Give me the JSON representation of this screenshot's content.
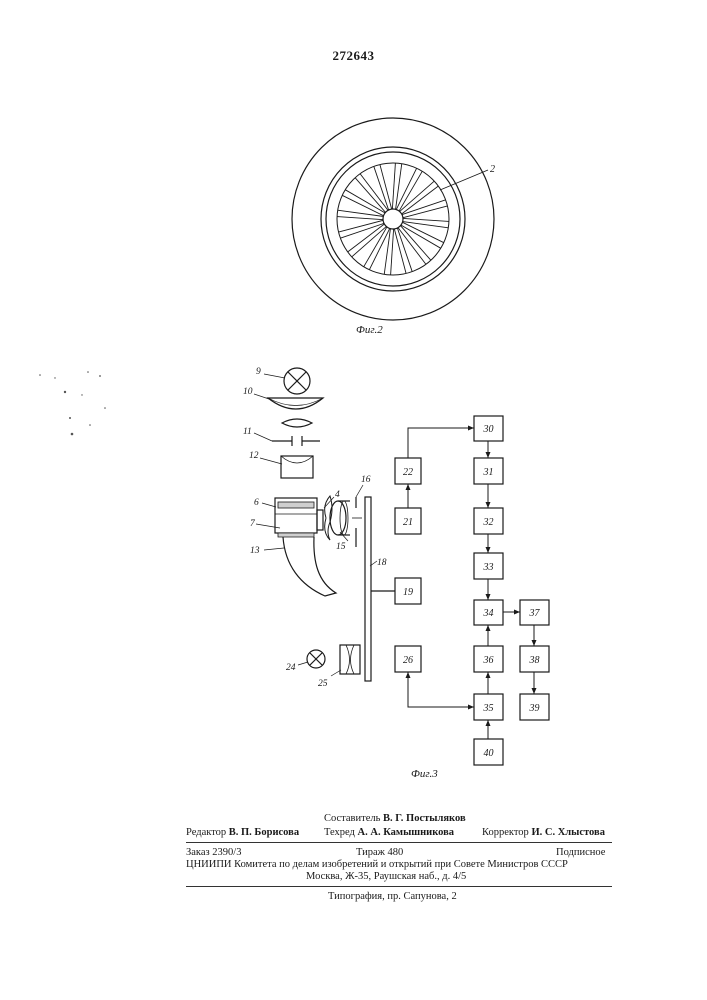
{
  "page": {
    "patent_number": "272643"
  },
  "figures": {
    "fig2": {
      "caption": "Фиг.2",
      "labels": [
        "2"
      ]
    },
    "fig3": {
      "caption": "Фиг.3",
      "optical_labels": [
        "9",
        "10",
        "11",
        "12",
        "6",
        "4",
        "7",
        "13",
        "15",
        "16",
        "18",
        "24",
        "25"
      ],
      "blocks": [
        "19",
        "21",
        "22",
        "26",
        "30",
        "31",
        "32",
        "33",
        "34",
        "35",
        "36",
        "37",
        "38",
        "39",
        "40"
      ]
    }
  },
  "imprint": {
    "composer_role": "Составитель",
    "composer_name": "В. Г. Постыляков",
    "editor_role": "Редактор",
    "editor_name": "В. П. Борисова",
    "techeditor_role": "Техред",
    "techeditor_name": "А. А. Камышникова",
    "proofreader_role": "Корректор",
    "proofreader_name": "И. С. Хлыстова",
    "order": "Заказ 2390/3",
    "print_run": "Тираж 480",
    "subscription": "Подписное",
    "org_line": "ЦНИИПИ Комитета по делам изобретений и открытий при Совете Министров СССР",
    "address": "Москва, Ж-35, Раушская наб., д. 4/5",
    "printer": "Типография, пр. Сапунова, 2"
  }
}
